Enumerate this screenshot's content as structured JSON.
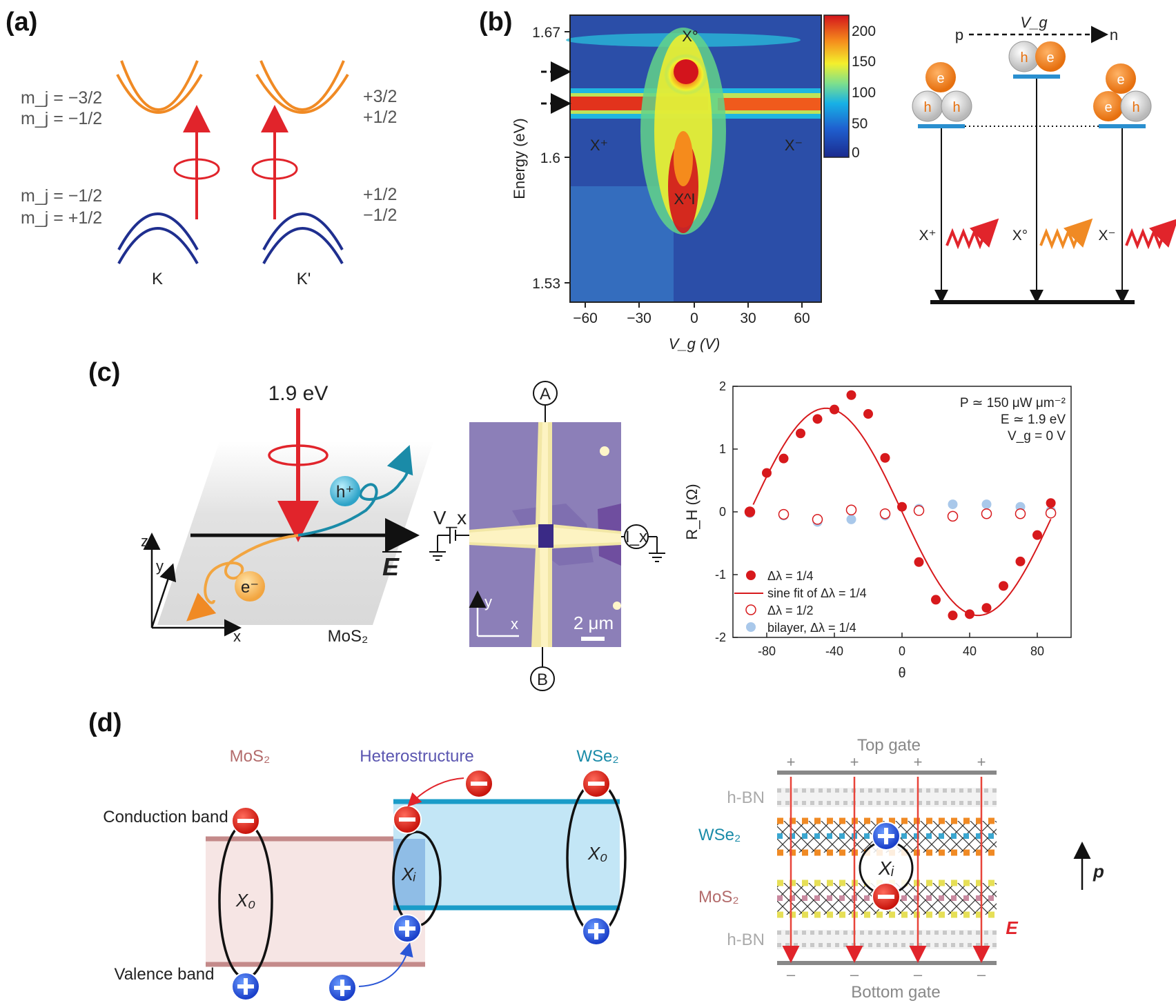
{
  "panels": {
    "a": {
      "label": "(a)",
      "mj_left": [
        "m_j = −3/2",
        "m_j = −1/2",
        "m_j = −1/2",
        "m_j = +1/2"
      ],
      "mj_right": [
        "+3/2",
        "+1/2",
        "+1/2",
        "−1/2"
      ],
      "valley_left": "K",
      "valley_right": "K'"
    },
    "b": {
      "label": "(b)",
      "y_axis_label": "Energy (eV)",
      "x_axis_label": "V_g (V)",
      "x_ticks": [
        "−60",
        "−30",
        "0",
        "30",
        "60"
      ],
      "y_ticks": [
        "1.67",
        "1.6",
        "1.53"
      ],
      "colorbar_ticks": [
        "200",
        "150",
        "100",
        "50",
        "0"
      ],
      "peak_labels": [
        "X°",
        "X⁺",
        "X⁻",
        "X^I"
      ],
      "diagram": {
        "vg_label": "V_g",
        "p_label": "p",
        "n_label": "n",
        "electron": "e",
        "hole": "h",
        "transitions": [
          "X⁺",
          "X°",
          "X⁻"
        ]
      }
    },
    "c": {
      "label": "(c)",
      "photon_energy": "1.9 eV",
      "carrier_h": "h⁺",
      "carrier_e": "e⁻",
      "field": "E",
      "material": "MoS₂",
      "axes": [
        "z",
        "y",
        "x"
      ],
      "device": {
        "terminal_a": "A",
        "terminal_b": "B",
        "vx": "V_x",
        "ix": "I_x",
        "scale_bar": "2 μm",
        "axis_y": "y",
        "axis_x": "x"
      }
    },
    "d": {
      "label": "(d)",
      "left_titles": [
        "MoS₂",
        "Heterostructure",
        "WSe₂"
      ],
      "conduction_band": "Conduction band",
      "valence_band": "Valence band",
      "exciton_x0": "X₀",
      "exciton_xi": "Xᵢ",
      "right": {
        "top_gate": "Top gate",
        "bottom_gate": "Bottom gate",
        "hbn": "h-BN",
        "wse2": "WSe₂",
        "mos2": "MoS₂",
        "field": "E",
        "dipole": "p",
        "exciton": "Xᵢ"
      }
    }
  },
  "chart_data": {
    "type": "scatter",
    "xlabel": "θ",
    "ylabel": "R_H (Ω)",
    "xlim": [
      -100,
      100
    ],
    "ylim": [
      -2,
      2
    ],
    "x_ticks": [
      "-80",
      "-40",
      "0",
      "40",
      "80"
    ],
    "y_ticks": [
      "2",
      "1",
      "0",
      "-1",
      "-2"
    ],
    "annotation": [
      "P ≃ 150 μW μm⁻²",
      "E ≃ 1.9 eV",
      "V_g = 0 V"
    ],
    "legend_position": "bottom-left",
    "series": [
      {
        "name": "Δλ = 1/4",
        "style": "filled",
        "color": "#d7191c",
        "x": [
          -90,
          -80,
          -70,
          -60,
          -50,
          -40,
          -30,
          -20,
          -10,
          0,
          10,
          20,
          30,
          40,
          50,
          60,
          70,
          80,
          88
        ],
        "y": [
          0.0,
          0.62,
          0.85,
          1.25,
          1.48,
          1.63,
          1.86,
          1.56,
          0.86,
          0.08,
          -0.8,
          -1.4,
          -1.65,
          -1.63,
          -1.53,
          -1.18,
          -0.79,
          -0.37,
          0.14
        ]
      },
      {
        "name": "sine fit of Δλ = 1/4",
        "style": "line",
        "color": "#d7191c",
        "amplitude": 1.65,
        "period": 180,
        "phase_deg": 0,
        "x_range": [
          -88,
          88
        ]
      },
      {
        "name": "Δλ = 1/2",
        "style": "open",
        "color": "#d7191c",
        "x": [
          -90,
          -70,
          -50,
          -30,
          -10,
          10,
          30,
          50,
          70,
          88
        ],
        "y": [
          0.0,
          -0.04,
          -0.12,
          0.03,
          -0.03,
          0.02,
          -0.07,
          -0.03,
          -0.03,
          -0.02
        ]
      },
      {
        "name": "bilayer, Δλ = 1/4",
        "style": "filled",
        "color": "#a9c8ea",
        "x": [
          -90,
          -70,
          -50,
          -30,
          -10,
          10,
          30,
          50,
          70,
          88
        ],
        "y": [
          -0.02,
          -0.06,
          -0.16,
          -0.12,
          -0.06,
          0.05,
          0.12,
          0.12,
          0.08,
          0.02
        ]
      }
    ]
  },
  "colors": {
    "orange": "#f08a24",
    "navy": "#1f2f8f",
    "red": "#e1242b",
    "teal": "#1a8ba8",
    "cyan_band": "#c3e6f6",
    "pink_band": "#f6e5e4",
    "blue": "#2a56d6"
  }
}
